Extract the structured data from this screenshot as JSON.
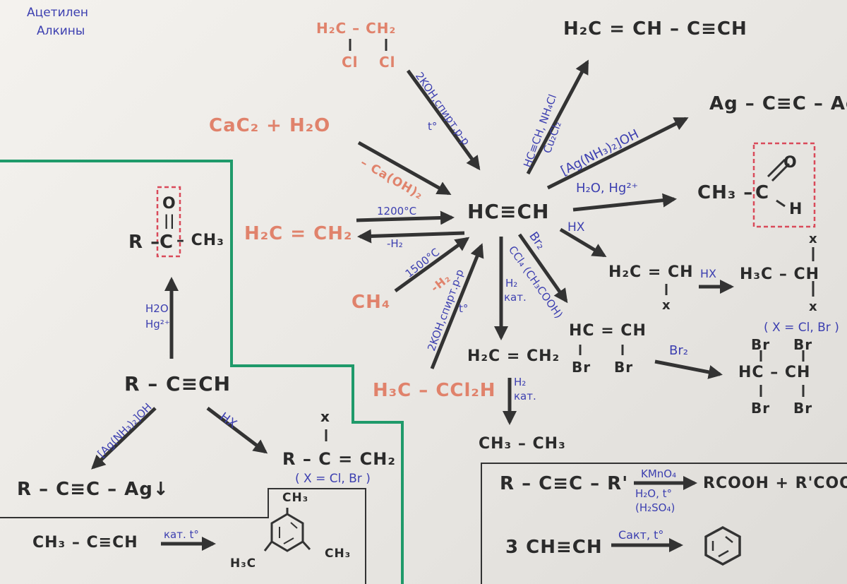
{
  "header": {
    "line1": "Ацетилен",
    "line2": "Алкины"
  },
  "center": {
    "formula": "HC≡CH"
  },
  "sources": {
    "dichloroethane": {
      "top": "H₂C – CH₂",
      "cl1": "Cl",
      "cl2": "Cl",
      "reagent": "2KOH,спирт.р-р",
      "temp": "t°"
    },
    "carbide": {
      "formula": "CaC₂ + H₂O",
      "byproduct": "– Ca(OH)₂"
    },
    "ethylene": {
      "formula": "H₂C = CH₂",
      "forward": "1200°C",
      "back": "-H₂"
    },
    "methane": {
      "formula": "CH₄",
      "cond": "1500°C",
      "byproduct": "-H₂"
    },
    "dichloro_geminal": {
      "formula": "H₃C – CCl₂H",
      "reagent": "2KOH,спирт.р-р",
      "temp": "t°"
    }
  },
  "products": {
    "vinylacetylene": {
      "formula": "H₂C = CH – C≡CH",
      "cond1": "HC≡CH, NH₄Cl",
      "cond2": "Cu₂Cl₂"
    },
    "silver": {
      "formula": "Ag – C≡C – Ag↓",
      "reagent": "[Ag(NH₃)₂]OH"
    },
    "acetaldehyde": {
      "reagent": "H₂O, Hg²⁺",
      "ch3": "CH₃ –",
      "c": "C",
      "o": "O",
      "h": "H"
    },
    "vinyl_halide": {
      "reagent": "HX",
      "formula": "H₂C = CH",
      "x": "x"
    },
    "dihalide": {
      "reagent": "HX",
      "formula": "H₃C – CH",
      "x_top": "x",
      "x_bottom": "x",
      "note": "( X = Cl, Br )"
    },
    "dibromoethene": {
      "reagent": "Br₂",
      "cond": "CCl₄ (CH₃COOH)",
      "formula": "HC = CH",
      "br1": "Br",
      "br2": "Br"
    },
    "tetrabromoethane": {
      "reagent": "Br₂",
      "br_tl": "Br",
      "br_tr": "Br",
      "formula": "HC – CH",
      "br_bl": "Br",
      "br_br": "Br"
    },
    "ethylene": {
      "reagent1": "H₂",
      "reagent2": "кат.",
      "formula": "H₂C = CH₂"
    },
    "ethane": {
      "reagent1": "H₂",
      "reagent2": "кат.",
      "formula": "CH₃ – CH₃"
    }
  },
  "left_panel": {
    "alkyne": "R – C≡CH",
    "ketone": {
      "r": "R –",
      "c": "C",
      "ch3": "– CH₃",
      "o": "O",
      "eq": "||"
    },
    "hydration": {
      "line1": "H2O",
      "line2": "Hg²⁺"
    },
    "silver": {
      "reagent": "[Ag(NH₃)₂]OH",
      "formula": "R – C≡C – Ag↓"
    },
    "halide": {
      "reagent": "HX",
      "formula": "R – C = CH₂",
      "x": "x",
      "note": "( X = Cl, Br )"
    }
  },
  "trimer_panel": {
    "reactant": "CH₃ – C≡CH",
    "cond": "кат. t°",
    "me_top": "CH₃",
    "me_left": "H₃C",
    "me_right": "CH₃"
  },
  "oxidation_panel": {
    "reactant": "R – C≡C – R'",
    "reagent": "KMnO₄",
    "cond1": "H₂O, t°",
    "cond2": "(H₂SO₄)",
    "product": "RCOOH + R'COOH"
  },
  "benzene_panel": {
    "reactant": "3 CH≡CH",
    "cond": "Cакт, t°"
  },
  "colors": {
    "ink": "#2b2b2b",
    "orange": "#e0826b",
    "blue": "#3c3fb0",
    "green": "#1f9a6a",
    "red": "#d94a5a"
  },
  "icons": {
    "arrow": "arrow-icon",
    "benzene": "benzene-ring-icon",
    "mesitylene": "mesitylene-ring-icon"
  }
}
